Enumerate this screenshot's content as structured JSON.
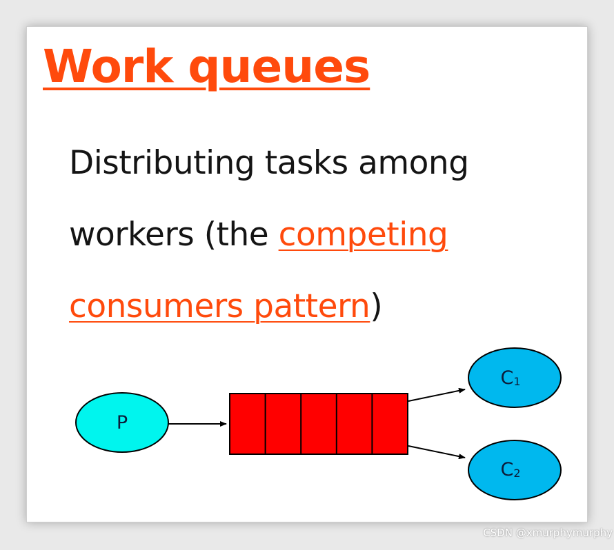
{
  "title": "Work queues",
  "description": {
    "text_before": "Distributing tasks among workers (the ",
    "link_text_1": "competing",
    "link_text_2": "consumers pattern",
    "text_after": ")"
  },
  "diagram": {
    "producer": {
      "label": "P",
      "color": "#00f5ee"
    },
    "queue": {
      "slots": 5,
      "color": "#ff0000"
    },
    "consumers": [
      {
        "label_main": "C",
        "label_sub": "1",
        "color": "#00b8ee"
      },
      {
        "label_main": "C",
        "label_sub": "2",
        "color": "#00b8ee"
      }
    ]
  },
  "colors": {
    "accent": "#ff4a0c",
    "text": "#141414"
  },
  "watermark": "CSDN @xmurphymurphy"
}
